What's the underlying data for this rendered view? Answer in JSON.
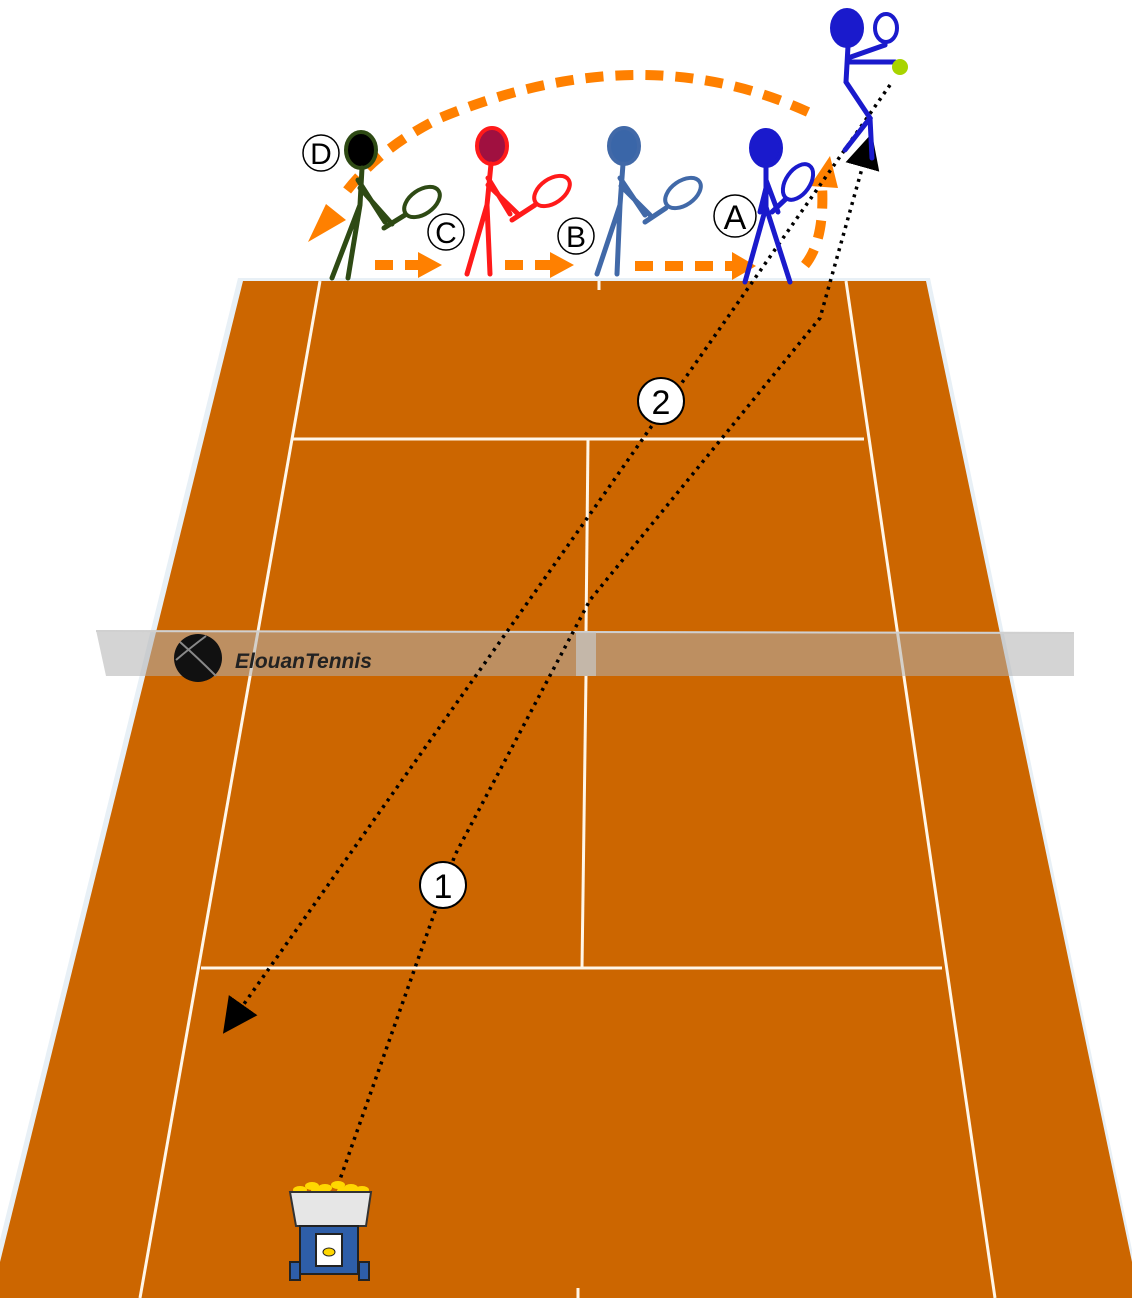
{
  "court": {
    "surface_color": "#CC6600",
    "line_color": "#FFF6E8",
    "surround_color": "#E8F0F6"
  },
  "net": {
    "brand_text": "ElouanTennis",
    "band_color": "#B0B0B0",
    "logo_icon": "tennis-ball-icon"
  },
  "players": [
    {
      "id": "D",
      "label": "D",
      "color": "#2E4A14",
      "head_color": "#000000"
    },
    {
      "id": "C",
      "label": "C",
      "color": "#FF1A1A",
      "head_color": "#A01040"
    },
    {
      "id": "B",
      "label": "B",
      "color": "#4169A8",
      "head_color": "#3A66A8"
    },
    {
      "id": "A",
      "label": "A",
      "color": "#1A1ACC",
      "head_color": "#1A1ACC"
    },
    {
      "id": "hitter",
      "label": "",
      "color": "#1A1ACC",
      "head_color": "#1A1ACC"
    }
  ],
  "shots": [
    {
      "number": "1",
      "style": "dotted",
      "color": "#000000"
    },
    {
      "number": "2",
      "style": "dotted",
      "color": "#000000"
    }
  ],
  "rotation": {
    "color": "#FF8000",
    "style": "dashed"
  },
  "ball": {
    "color": "#A8D400"
  },
  "ball_machine": {
    "icon": "ball-machine-icon",
    "body_color": "#2E5EA8",
    "basket_color": "#E6E6E6",
    "balls_color": "#FFD700"
  }
}
